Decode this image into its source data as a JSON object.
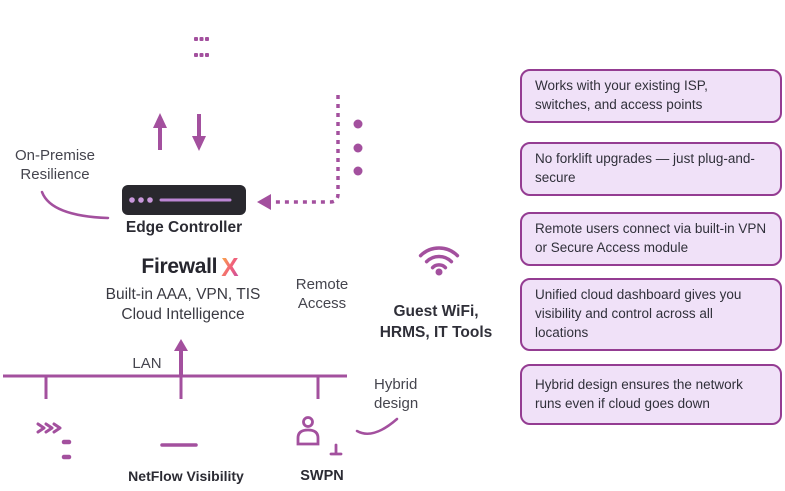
{
  "colors": {
    "background": "#ffffff",
    "magenta_accent": "#a3509e",
    "light_plum_detail": "#c998dc",
    "device_dark": "#29282e",
    "dark_text": "#2b2b33",
    "gray_text": "#45454e",
    "callout_fill": "#f0e1f8",
    "callout_border": "#943c92",
    "logo_gradient_start": "#f9a44a",
    "logo_gradient_end": "#c94f9e"
  },
  "icons": [
    "cloud-ellipsis-icon",
    "upload-arrow-icon",
    "download-arrow-icon",
    "edge-controller-device-icon",
    "dashed-connector-arrow-icon",
    "vertical-ellipsis-icon",
    "wifi-icon",
    "lan-bus-icon",
    "lan-uplink-arrow-icon",
    "switch-activity-icon",
    "netflow-device-icon",
    "user-icon",
    "desk-stand-icon",
    "on-premise-curve",
    "hybrid-curve"
  ],
  "diagram": {
    "on_premise": {
      "line1": "On-Premise",
      "line2": "Resilience"
    },
    "edge_controller": {
      "label": "Edge Controller"
    },
    "firewall": {
      "name": "Firewall",
      "x": "X",
      "sub_line1": "Built-in AAA, VPN, TIS",
      "sub_line2": "Cloud Intelligence"
    },
    "remote_access": {
      "line1": "Remote",
      "line2": "Access"
    },
    "guest_wifi": {
      "line1": "Guest WiFi,",
      "line2": "HRMS, IT Tools"
    },
    "lan": {
      "label": "LAN"
    },
    "hybrid": {
      "line1": "Hybrid",
      "line2": "design"
    },
    "netflow": {
      "label": "NetFlow Visibility"
    },
    "swpn": {
      "label": "SWPN"
    }
  },
  "callouts": [
    {
      "text": "Works with your existing ISP, switches, and access points"
    },
    {
      "text": "No forklift upgrades — just plug-and-secure"
    },
    {
      "text": "Remote users connect via built-in VPN or Secure Access module"
    },
    {
      "text": "Unified cloud dashboard gives you visibility and control across all locations"
    },
    {
      "text": "Hybrid design ensures the network runs even if cloud goes down"
    }
  ]
}
